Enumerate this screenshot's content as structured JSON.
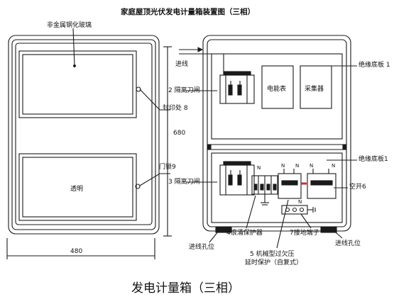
{
  "title": "家庭屋顶光伏发电计量箱装置图（三相）",
  "caption": "发电计量箱（三相）",
  "labels": {
    "glass": "非金属钢化玻璃",
    "seal": "封印处 8",
    "transparent": "透明",
    "lock": "门锁9",
    "height": "680",
    "width": "480",
    "incoming": "进线",
    "isolator_top": "2 隔离刀闸",
    "meter": "电能表",
    "collector": "采集器",
    "insulating_top": "绝缘底板 1",
    "insulating_bottom": "绝缘底板1",
    "isolator_bottom": "3 隔离刀闸",
    "breaker": "空开6",
    "terminal": "7接地端子",
    "surge": "4浪涌保护器",
    "overvolt_1": "5 机械型过欠压",
    "overvolt_2": "延时保护（自复式）",
    "hole_left": "进线孔位",
    "hole_right": "进线孔位",
    "n1": "N",
    "n2": "N",
    "n3": "N",
    "n4": "N",
    "n5": "N",
    "n6": "N"
  },
  "colors": {
    "stroke": "#1a1a1a",
    "accent_red": "#d9262c",
    "background": "#ffffff"
  }
}
